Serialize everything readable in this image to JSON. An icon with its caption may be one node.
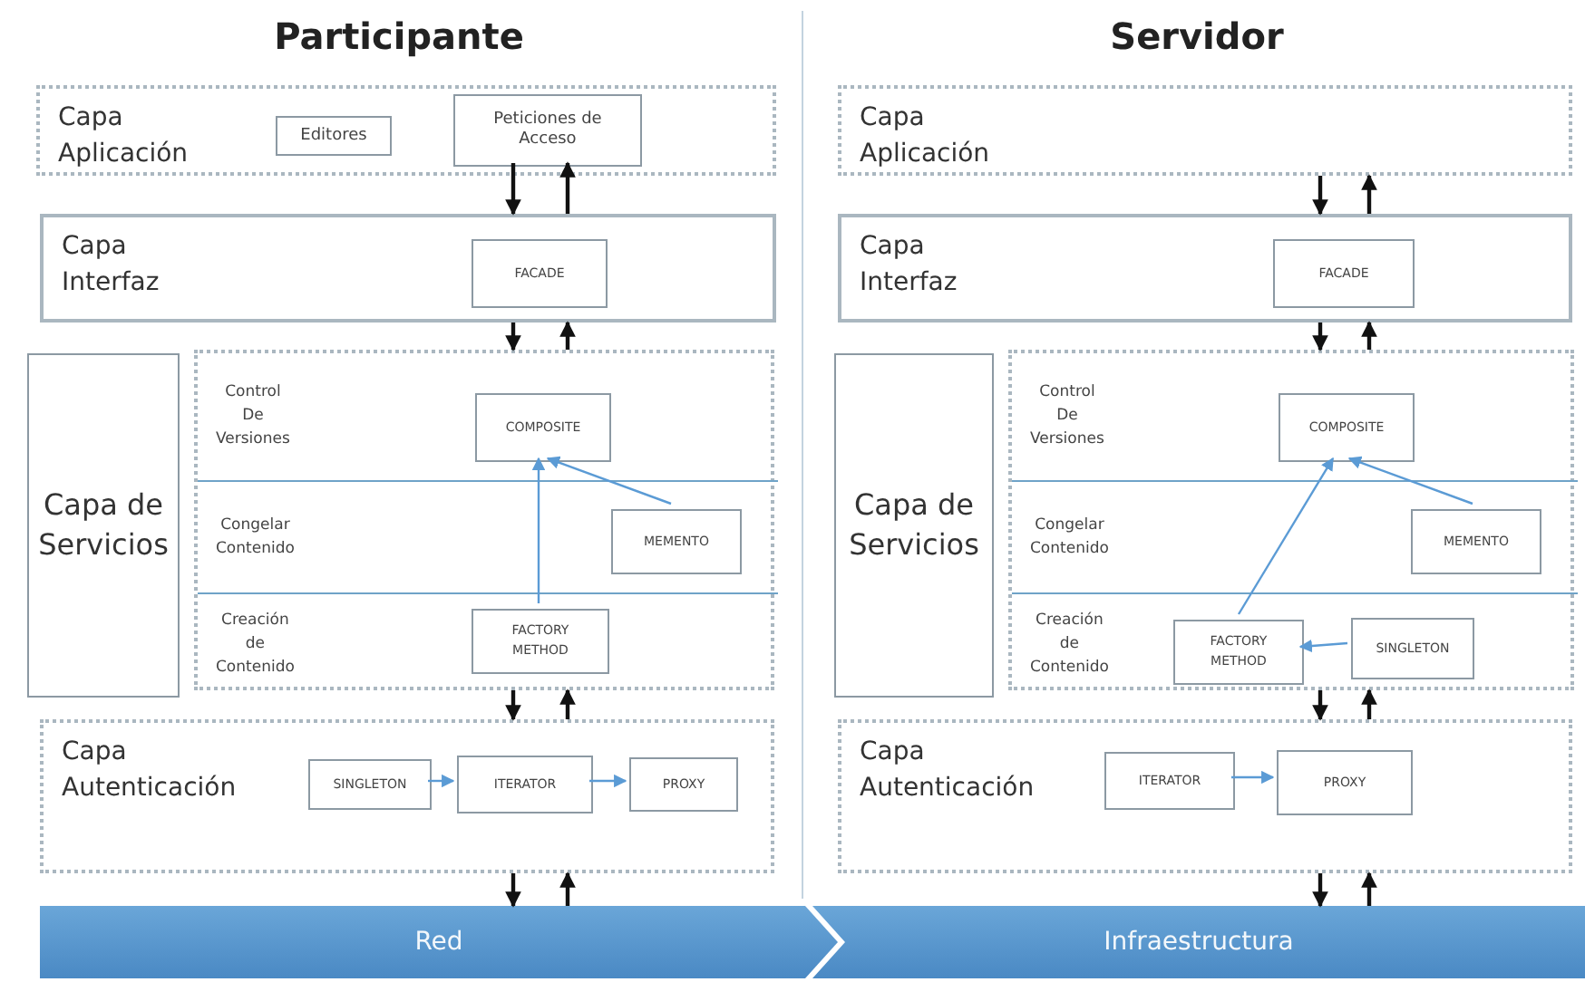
{
  "diagram": {
    "nodes": [
      {
        "text": [
          "Capa Aplicación"
        ]
      },
      {
        "text": [
          "Editores"
        ],
        "in": 0
      },
      {
        "text": [
          "Peticiones de Acceso"
        ],
        "in": 0
      },
      {
        "text": [
          "Capa Interfaz"
        ]
      },
      {
        "text": [
          "FACADE"
        ],
        "in": 3
      },
      {
        "text": [
          "Capa de Servicios"
        ]
      },
      {
        "text": [],
        "shape": "box"
      },
      {
        "text": [
          "Control De Versiones"
        ],
        "in": 6
      },
      {
        "text": [
          "COMPOSITE"
        ],
        "in": 7
      },
      {
        "text": [
          "Congelar Contenido"
        ],
        "in": 6
      },
      {
        "text": [
          "MEMENTO"
        ],
        "in": 9
      },
      {
        "text": [
          "Creación de Contenido"
        ],
        "in": 6
      },
      {
        "text": [
          "FACTORY METHOD"
        ],
        "in": 11
      },
      {
        "text": [
          "Capa Autenticación"
        ]
      },
      {
        "text": [
          "SINGLETON"
        ],
        "in": 13
      },
      {
        "text": [
          "ITERATOR"
        ],
        "in": 13
      },
      {
        "text": [
          "PROXY"
        ],
        "in": 13
      },
      {
        "text": [
          "Red"
        ]
      },
      {
        "text": [
          "Capa Aplicación"
        ]
      },
      {
        "text": [
          "Capa Interfaz"
        ]
      },
      {
        "text": [
          "FACADE"
        ],
        "in": 19
      },
      {
        "text": [
          "Capa de Servicios"
        ]
      },
      {
        "text": [],
        "shape": "box"
      },
      {
        "text": [
          "Control De Versiones"
        ],
        "in": 22
      },
      {
        "text": [
          "COMPOSITE"
        ],
        "in": 23
      },
      {
        "text": [
          "Congelar Contenido"
        ],
        "in": 22
      },
      {
        "text": [
          "MEMENTO"
        ],
        "in": 25
      },
      {
        "text": [
          "Creación de Contenido"
        ],
        "in": 22
      },
      {
        "text": [
          "FACTORY METHOD"
        ],
        "in": 27
      },
      {
        "text": [
          "SINGLETON"
        ],
        "in": 27
      },
      {
        "text": [
          "Capa Autenticación"
        ]
      },
      {
        "text": [
          "ITERATOR"
        ],
        "in": 30
      },
      {
        "text": [
          "PROXY"
        ],
        "in": 30
      },
      {
        "text": [
          "Infraestructura"
        ]
      }
    ],
    "edges": [
      {
        "from": 2,
        "to": 3,
        "arrow": "to"
      },
      {
        "from": 3,
        "to": 2,
        "arrow": "to"
      },
      {
        "from": 3,
        "to": 6,
        "arrow": "to"
      },
      {
        "from": 6,
        "to": 3,
        "arrow": "to"
      },
      {
        "from": 6,
        "to": 13,
        "arrow": "to"
      },
      {
        "from": 13,
        "to": 6,
        "arrow": "to"
      },
      {
        "from": 13,
        "to": 17,
        "arrow": "to"
      },
      {
        "from": 17,
        "to": 13,
        "arrow": "to"
      },
      {
        "from": 12,
        "to": 8,
        "arrow": "to",
        "color": "#5b9bd5"
      },
      {
        "from": 10,
        "to": 8,
        "arrow": "to",
        "color": "#5b9bd5"
      },
      {
        "from": 14,
        "to": 15,
        "arrow": "to",
        "color": "#5b9bd5"
      },
      {
        "from": 15,
        "to": 16,
        "arrow": "to",
        "color": "#5b9bd5"
      },
      {
        "from": 18,
        "to": 19,
        "arrow": "to"
      },
      {
        "from": 19,
        "to": 18,
        "arrow": "to"
      },
      {
        "from": 19,
        "to": 22,
        "arrow": "to"
      },
      {
        "from": 22,
        "to": 19,
        "arrow": "to"
      },
      {
        "from": 22,
        "to": 30,
        "arrow": "to"
      },
      {
        "from": 30,
        "to": 22,
        "arrow": "to"
      },
      {
        "from": 30,
        "to": 33,
        "arrow": "to"
      },
      {
        "from": 33,
        "to": 30,
        "arrow": "to"
      },
      {
        "from": 28,
        "to": 24,
        "arrow": "to",
        "color": "#5b9bd5"
      },
      {
        "from": 26,
        "to": 24,
        "arrow": "to",
        "color": "#5b9bd5"
      },
      {
        "from": 29,
        "to": 28,
        "arrow": "to",
        "color": "#5b9bd5"
      },
      {
        "from": 31,
        "to": 32,
        "arrow": "to",
        "color": "#5b9bd5"
      }
    ],
    "labels": [
      "Participante",
      "Servidor"
    ]
  }
}
